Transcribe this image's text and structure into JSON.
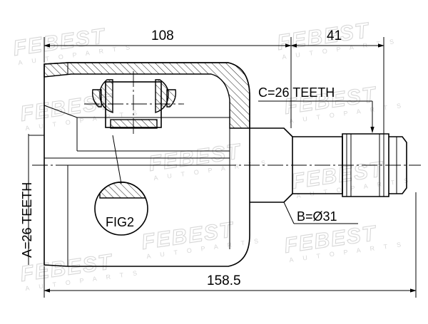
{
  "diagram": {
    "dimensions": {
      "overall_length": "158.5",
      "housing_length": "108",
      "shaft_length": "41"
    },
    "labels": {
      "teeth_a": "A=26 TEETH",
      "teeth_c": "C=26 TEETH",
      "diameter_b": "B=Ø31",
      "fig": "FIG2"
    },
    "watermark": {
      "brand": "FEBEST",
      "sub": "AUTOPARTS"
    },
    "colors": {
      "line": "#000000",
      "watermark": "#d8d8d8",
      "background": "#ffffff"
    }
  }
}
